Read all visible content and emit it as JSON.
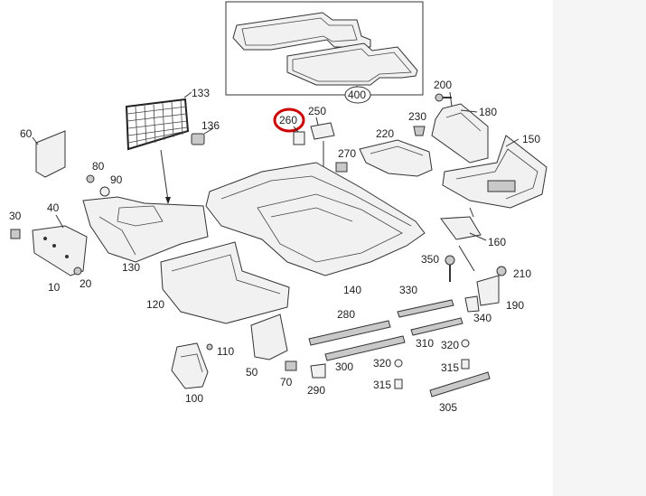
{
  "diagram": {
    "highlight_color": "#cc0000",
    "callouts": {
      "c400": "400",
      "c200": "200",
      "c133": "133",
      "c136": "136",
      "c250": "250",
      "c260": "260",
      "c230": "230",
      "c180": "180",
      "c60": "60",
      "c220": "220",
      "c150": "150",
      "c270": "270",
      "c80": "80",
      "c90": "90",
      "c30": "30",
      "c40": "40",
      "c130": "130",
      "c10": "10",
      "c20": "20",
      "c120": "120",
      "c140": "140",
      "c160": "160",
      "c350": "350",
      "c210": "210",
      "c330": "330",
      "c190": "190",
      "c340": "340",
      "c280": "280",
      "c110": "110",
      "c310": "310",
      "c320a": "320",
      "c300": "300",
      "c320b": "320",
      "c315a": "315",
      "c50": "50",
      "c70": "70",
      "c290": "290",
      "c315b": "315",
      "c100": "100",
      "c305": "305"
    }
  }
}
